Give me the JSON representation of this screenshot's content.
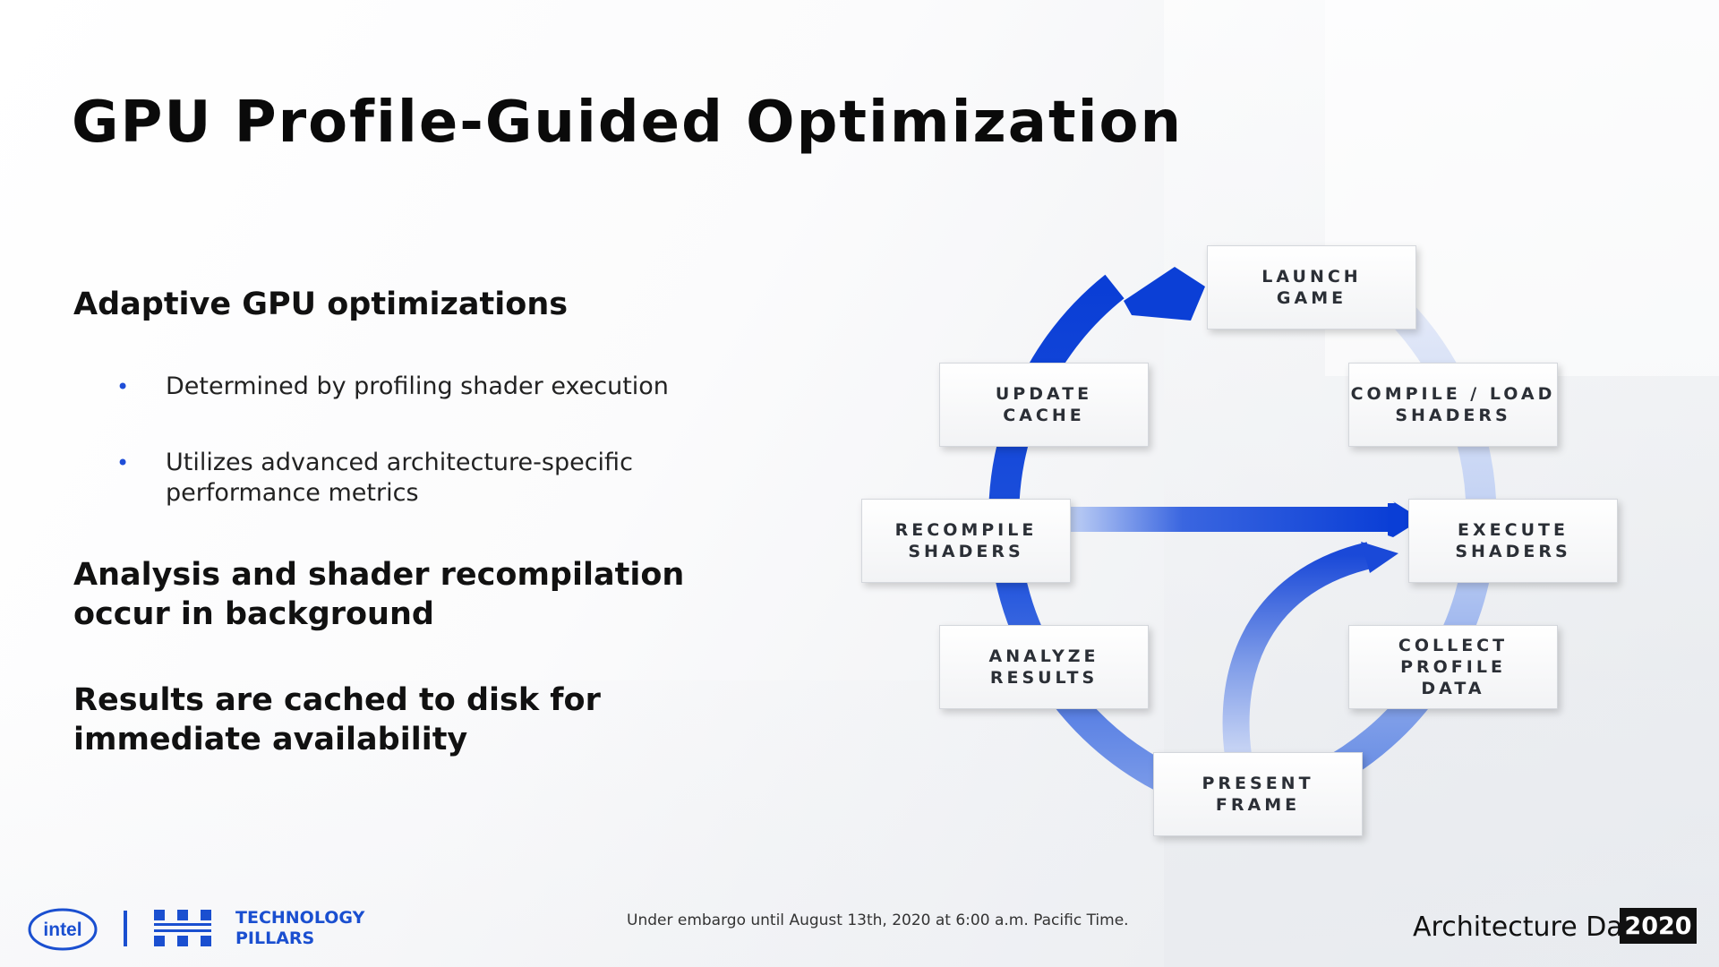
{
  "slide": {
    "title": "GPU Profile-Guided Optimization",
    "heading1": "Adaptive GPU optimizations",
    "bullets": [
      "Determined by profiling shader execution",
      "Utilizes advanced architecture-specific performance metrics"
    ],
    "heading2": "Analysis and shader recompilation occur in background",
    "heading3": "Results are cached to disk for immediate availability"
  },
  "diagram": {
    "boxes": {
      "launch_game": "LAUNCH\nGAME",
      "compile_load_shaders": "COMPILE / LOAD\nSHADERS",
      "execute_shaders": "EXECUTE SHADERS",
      "collect_profile_data": "COLLECT PROFILE\nDATA",
      "present_frame": "PRESENT\nFRAME",
      "analyze_results": "ANALYZE\nRESULTS",
      "recompile_shaders": "RECOMPILE\nSHADERS",
      "update_cache": "UPDATE\nCACHE"
    },
    "colors": {
      "dark_blue": "#0b3fd6",
      "light_blue": "#c3d2f5"
    }
  },
  "footer": {
    "logo": "intel",
    "pillars": [
      "TECHNOLOGY",
      "PILLARS"
    ],
    "embargo": "Under embargo until August 13th, 2020 at 6:00 a.m. Pacific Time.",
    "event": "Architecture Day",
    "year": "2020"
  }
}
